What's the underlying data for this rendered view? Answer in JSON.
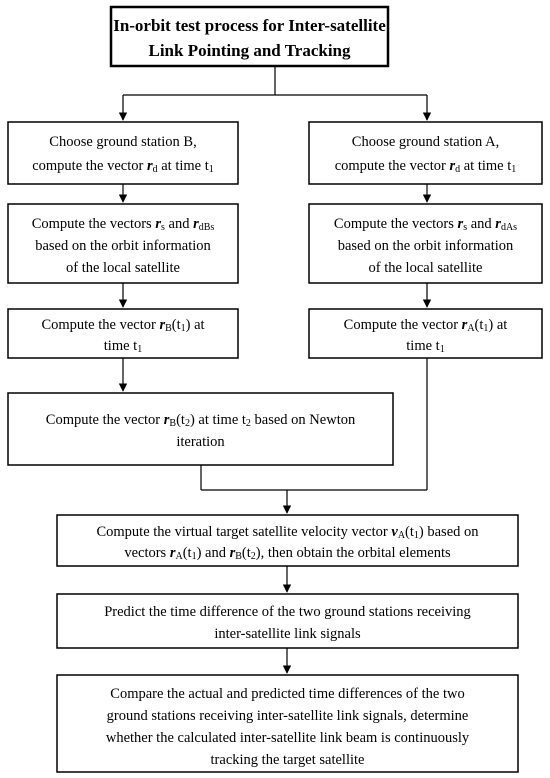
{
  "title": {
    "line1": "In-orbit test process for Inter-satellite",
    "line2": "Link Pointing and Tracking"
  },
  "left": {
    "b1": {
      "line1": "Choose ground station B,",
      "line2_pre": "compute the vector ",
      "line2_var": "r",
      "line2_sub": "d",
      "line2_mid": " at time t",
      "line2_end": "1"
    },
    "b2": {
      "line1_pre": "Compute the vectors ",
      "line1_var1": "r",
      "line1_sub1": "s",
      "line1_and": " and ",
      "line1_var2": "r",
      "line1_sub2": "dBs",
      "line2": "based on the orbit information",
      "line3": "of the local satellite"
    },
    "b3": {
      "line1_pre": "Compute the vector ",
      "line1_var": "r",
      "line1_sub": "B",
      "line1_post": "(t",
      "line1_t": "1",
      "line1_end": ")  at",
      "line2_pre": "time t",
      "line2_end": "1"
    },
    "b4": {
      "line1_pre": "Compute the vector ",
      "line1_var": "r",
      "line1_sub": "B",
      "line1_post": "(t",
      "line1_t": "2",
      "line1_end": ") at time t",
      "line1_t2": "2",
      "line1_tail": " based on Newton",
      "line2": "iteration"
    }
  },
  "right": {
    "b1": {
      "line1": "Choose ground station A,",
      "line2_pre": "compute the vector ",
      "line2_var": "r",
      "line2_sub": "d",
      "line2_mid": " at time t",
      "line2_end": "1"
    },
    "b2": {
      "line1_pre": "Compute the vectors ",
      "line1_var1": "r",
      "line1_sub1": "s",
      "line1_and": " and ",
      "line1_var2": "r",
      "line1_sub2": "dAs",
      "line2": "based on the orbit information",
      "line3": "of the local satellite"
    },
    "b3": {
      "line1_pre": "Compute the vector ",
      "line1_var": "r",
      "line1_sub": "A",
      "line1_post": "(t",
      "line1_t": "1",
      "line1_end": ")  at",
      "line2_pre": "time t",
      "line2_end": "1"
    }
  },
  "merge": {
    "line1_pre": "Compute the virtual target satellite velocity vector ",
    "line1_var": "v",
    "line1_sub": "A",
    "line1_post": "(t",
    "line1_t": "1",
    "line1_end": ") based on",
    "line2_pre": "vectors ",
    "line2_var1": "r",
    "line2_sub1": "A",
    "line2_p1": "(t",
    "line2_t1": "1",
    "line2_and": ")  and ",
    "line2_var2": "r",
    "line2_sub2": "B",
    "line2_p2": "(t",
    "line2_t2": "2",
    "line2_end": "), then obtain the orbital elements"
  },
  "predict": {
    "line1": "Predict the time difference of the two ground stations receiving",
    "line2": "inter-satellite link signals"
  },
  "compare": {
    "line1": "Compare the actual and predicted time differences of the two",
    "line2": "ground stations receiving inter-satellite link signals, determine",
    "line3": "whether the calculated inter-satellite link beam  is continuously",
    "line4": "tracking the target satellite"
  }
}
